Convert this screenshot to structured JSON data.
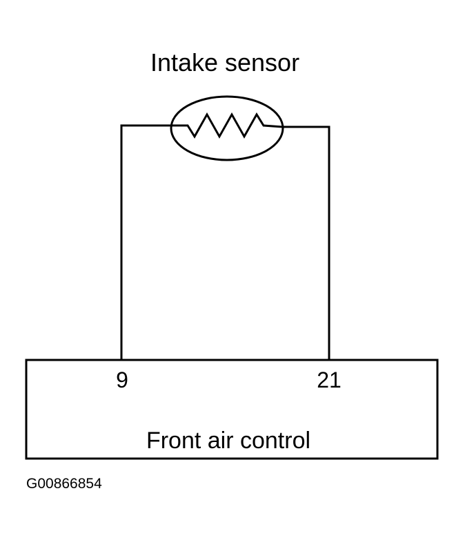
{
  "sensor": {
    "label": "Intake sensor"
  },
  "controller": {
    "label": "Front air control",
    "pins": [
      "9",
      "21"
    ]
  },
  "figure_code": "G00866854",
  "colors": {
    "ink": "#000000",
    "background": "#ffffff"
  }
}
